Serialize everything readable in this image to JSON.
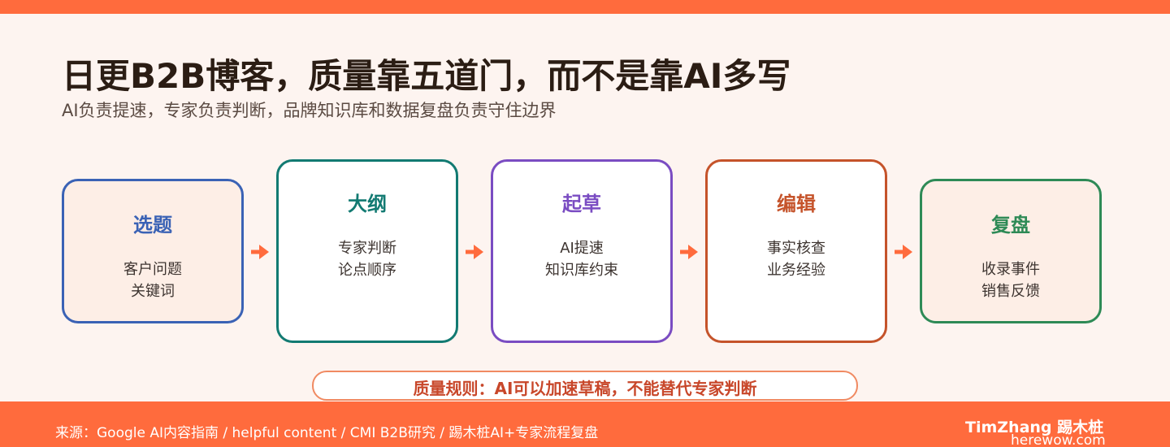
{
  "title": "日更B2B博客，质量靠五道门，而不是靠AI多写",
  "subtitle": "AI负责提速，专家负责判断，品牌知识库和数据复盘负责守住边界",
  "steps": [
    {
      "name": "选题",
      "lines": [
        "客户问题",
        "关键词"
      ],
      "color": "#3a62b5"
    },
    {
      "name": "大纲",
      "lines": [
        "专家判断",
        "论点顺序"
      ],
      "color": "#127a72"
    },
    {
      "name": "起草",
      "lines": [
        "AI提速",
        "知识库约束"
      ],
      "color": "#7a4cc2"
    },
    {
      "name": "编辑",
      "lines": [
        "事实核查",
        "业务经验"
      ],
      "color": "#c5532a"
    },
    {
      "name": "复盘",
      "lines": [
        "收录事件",
        "销售反馈"
      ],
      "color": "#2e8a56"
    }
  ],
  "rule": "质量规则：AI可以加速草稿，不能替代专家判断",
  "footer": {
    "source": "来源：Google AI内容指南 / helpful content / CMI B2B研究 / 踢木桩AI+专家流程复盘",
    "brand": "TimZhang 踢木桩",
    "site": "herewow.com"
  },
  "colors": {
    "accent": "#ff6b3d",
    "arrow": "#ff6b3d",
    "background": "#fdf4f0"
  }
}
